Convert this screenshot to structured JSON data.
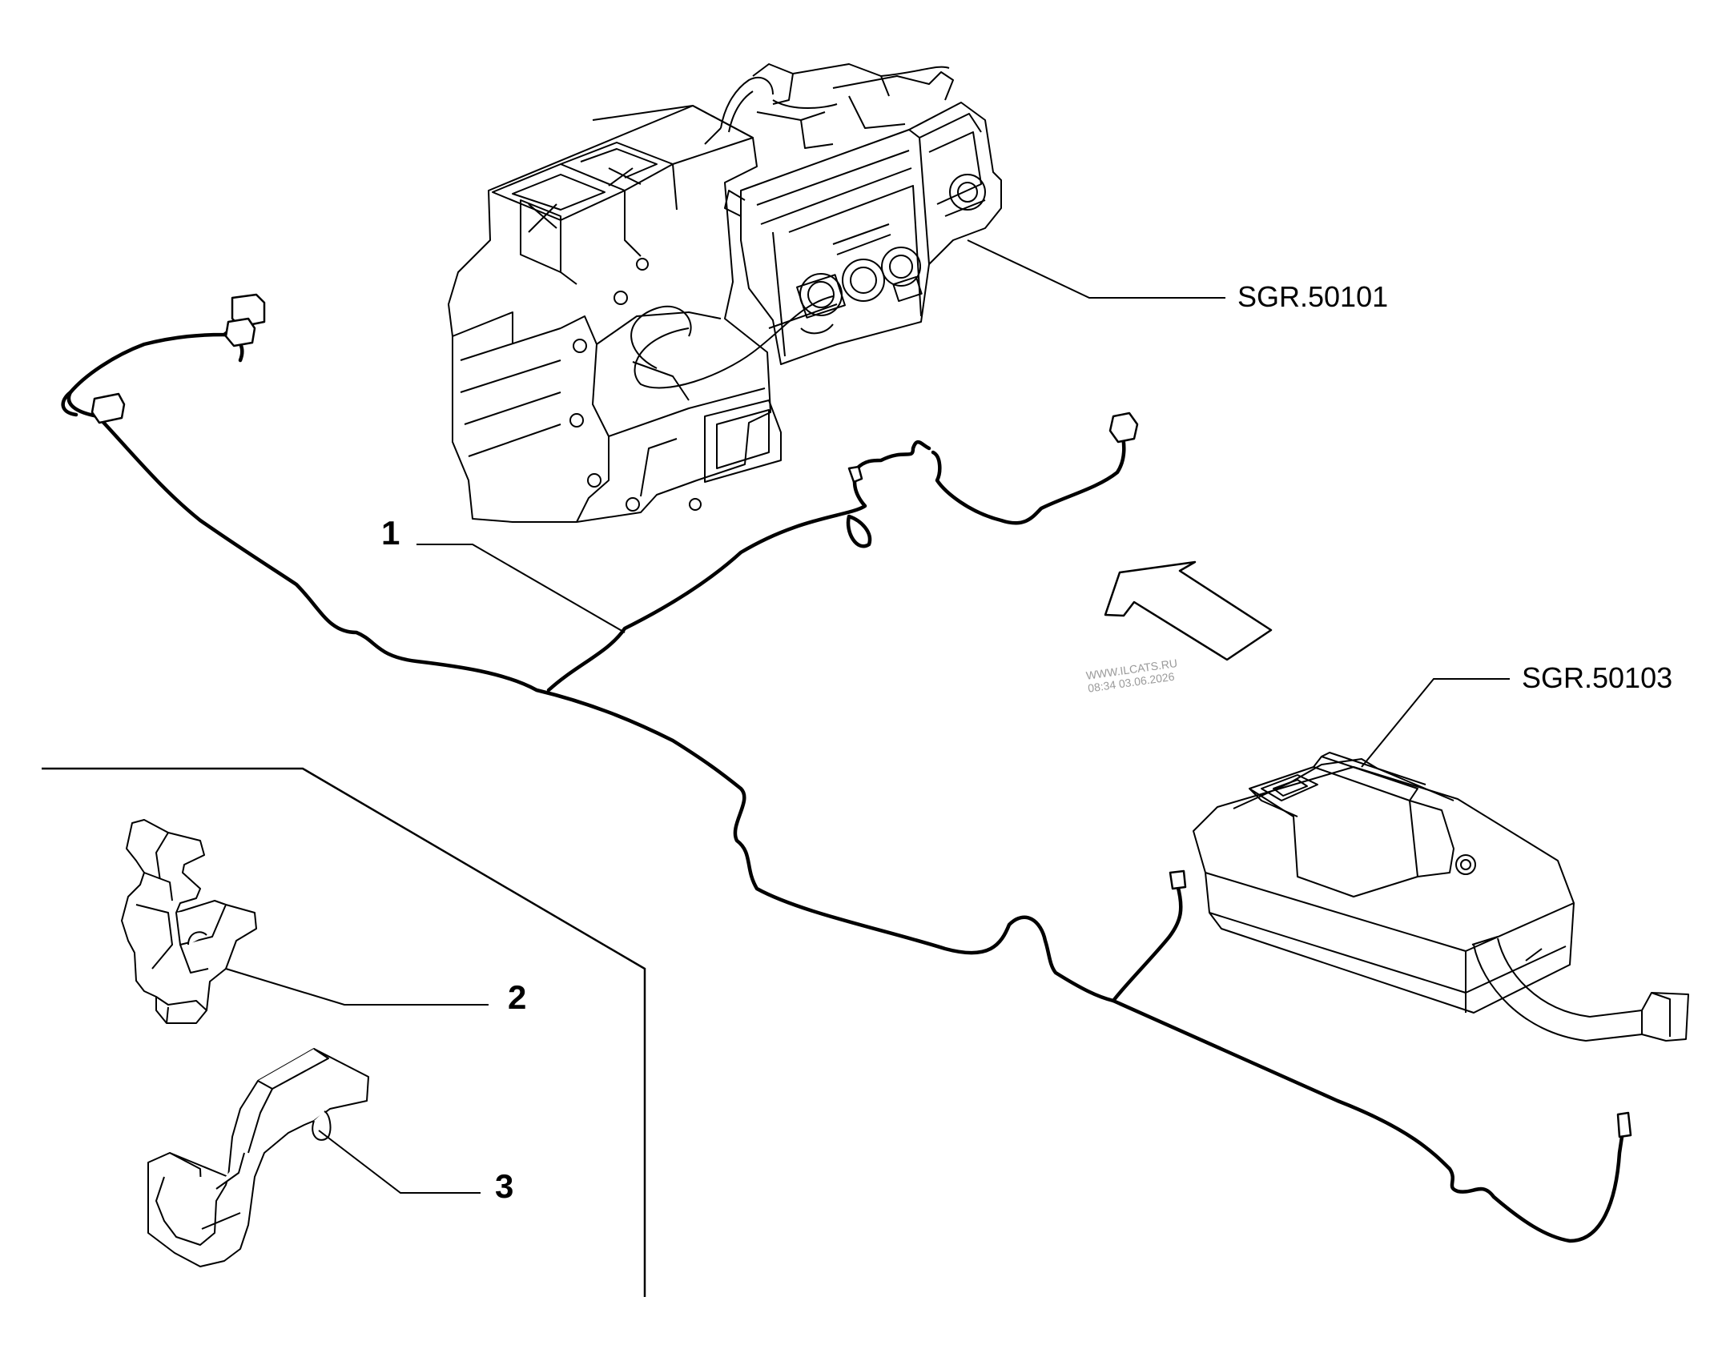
{
  "diagram": {
    "references": {
      "hvac_unit": "SGR.50101",
      "module": "SGR.50103"
    },
    "callouts": {
      "harness": "1",
      "clip": "2",
      "bracket": "3"
    },
    "watermark": {
      "site": "WWW.ILCATS.RU",
      "stamp": "08:34 03.06.2026"
    }
  },
  "colors": {
    "line": "#000000",
    "watermark": "#9a9a9a",
    "background": "#ffffff"
  }
}
